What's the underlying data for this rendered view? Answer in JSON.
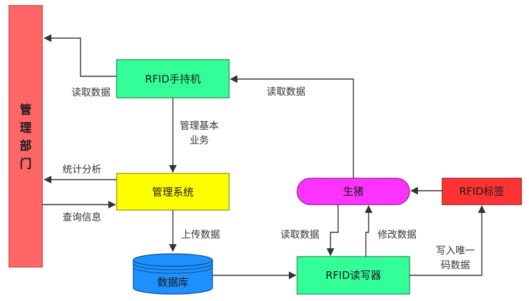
{
  "nodes": {
    "dept": {
      "label_chars": [
        "管",
        "理",
        "部",
        "门"
      ],
      "color": "#ff6666"
    },
    "handheld": {
      "label": "RFID手持机",
      "color": "#33ff99"
    },
    "system": {
      "label": "管理系统",
      "color": "#ffff00"
    },
    "database": {
      "label": "数据库",
      "color": "#1e90ff"
    },
    "pig": {
      "label": "生猪",
      "color": "#ff33ff"
    },
    "tag": {
      "label": "RFID标签",
      "color": "#ff3333"
    },
    "reader": {
      "label": "RFID读写器",
      "color": "#33ff99"
    }
  },
  "edges": {
    "handheld_to_dept": "读取数据",
    "handheld_to_system_line1": "管理基本",
    "handheld_to_system_line2": "业务",
    "system_to_dept": "统计分析",
    "dept_to_system": "查询信息",
    "system_to_database": "上传数据",
    "pig_to_handheld": "读取数据",
    "pig_to_reader": "读取数据",
    "reader_to_pig": "修改数据",
    "reader_to_tag_line1": "写入唯一",
    "reader_to_tag_line2": "码数据"
  }
}
